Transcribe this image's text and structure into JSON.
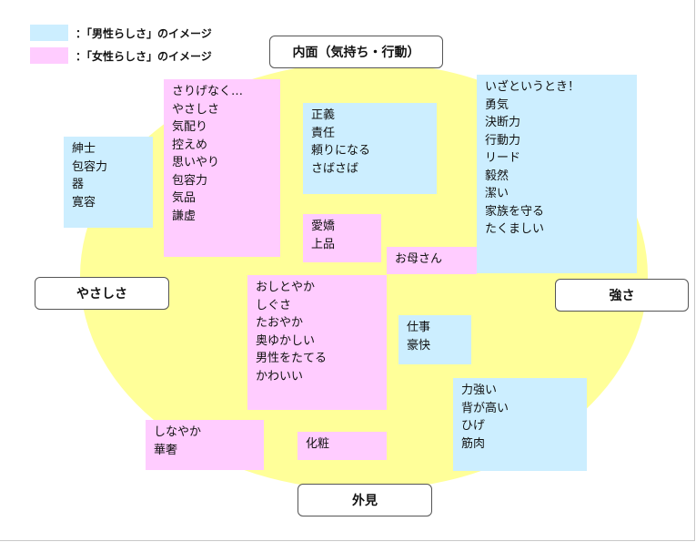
{
  "colors": {
    "male": "#cceeff",
    "female": "#ffccff",
    "ellipse": "#ffff99"
  },
  "legend": {
    "male": "：「男性らしさ」のイメージ",
    "female": "：「女性らしさ」のイメージ"
  },
  "axes": {
    "top": "内面（気持ち・行動）",
    "bottom": "外見",
    "left": "やさしさ",
    "right": "強さ"
  },
  "boxes": {
    "male_gentleman": [
      "紳士",
      "包容力",
      "器",
      "寛容"
    ],
    "female_casual": [
      "さりげなく…",
      "やさしさ",
      "気配り",
      "控えめ",
      "思いやり",
      "包容力",
      "気品",
      "謙虚"
    ],
    "male_justice": [
      "正義",
      "責任",
      "頼りになる",
      "さばさば"
    ],
    "male_courage": [
      "いざというとき！",
      "勇気",
      "決断力",
      "行動力",
      "リード",
      "毅然",
      "潔い",
      "家族を守る",
      "たくましい"
    ],
    "female_charm": [
      "愛嬌",
      "上品"
    ],
    "female_mother": [
      "お母さん"
    ],
    "female_graceful": [
      "おしとやか",
      "しぐさ",
      "たおやか",
      "奥ゆかしい",
      "男性をたてる",
      "かわいい"
    ],
    "male_work": [
      "仕事",
      "豪快"
    ],
    "male_strength": [
      "力強い",
      "背が高い",
      "ひげ",
      "筋肉"
    ],
    "female_supple": [
      "しなやか",
      "華奢"
    ],
    "female_makeup": [
      "化粧"
    ]
  }
}
